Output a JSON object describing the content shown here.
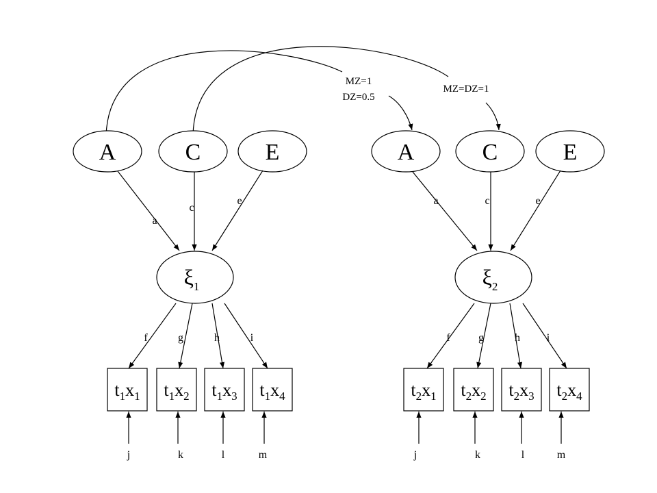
{
  "correlations": {
    "a_label_line1": "MZ=1",
    "a_label_line2": "DZ=0.5",
    "c_label": "MZ=DZ=1"
  },
  "twins": [
    {
      "latents": [
        "A",
        "C",
        "E"
      ],
      "paths": [
        "a",
        "c",
        "e"
      ],
      "factor": {
        "symbol": "ξ",
        "sub": "1"
      },
      "loadings": [
        "f",
        "g",
        "h",
        "i"
      ],
      "indicators": [
        {
          "t": "t",
          "ts": "1",
          "x": "x",
          "xs": "1"
        },
        {
          "t": "t",
          "ts": "1",
          "x": "x",
          "xs": "2"
        },
        {
          "t": "t",
          "ts": "1",
          "x": "x",
          "xs": "3"
        },
        {
          "t": "t",
          "ts": "1",
          "x": "x",
          "xs": "4"
        }
      ],
      "residuals": [
        "j",
        "k",
        "l",
        "m"
      ]
    },
    {
      "latents": [
        "A",
        "C",
        "E"
      ],
      "paths": [
        "a",
        "c",
        "e"
      ],
      "factor": {
        "symbol": "ξ",
        "sub": "2"
      },
      "loadings": [
        "f",
        "g",
        "h",
        "i"
      ],
      "indicators": [
        {
          "t": "t",
          "ts": "2",
          "x": "x",
          "xs": "1"
        },
        {
          "t": "t",
          "ts": "2",
          "x": "x",
          "xs": "2"
        },
        {
          "t": "t",
          "ts": "2",
          "x": "x",
          "xs": "3"
        },
        {
          "t": "t",
          "ts": "2",
          "x": "x",
          "xs": "4"
        }
      ],
      "residuals": [
        "j",
        "k",
        "l",
        "m"
      ]
    }
  ]
}
